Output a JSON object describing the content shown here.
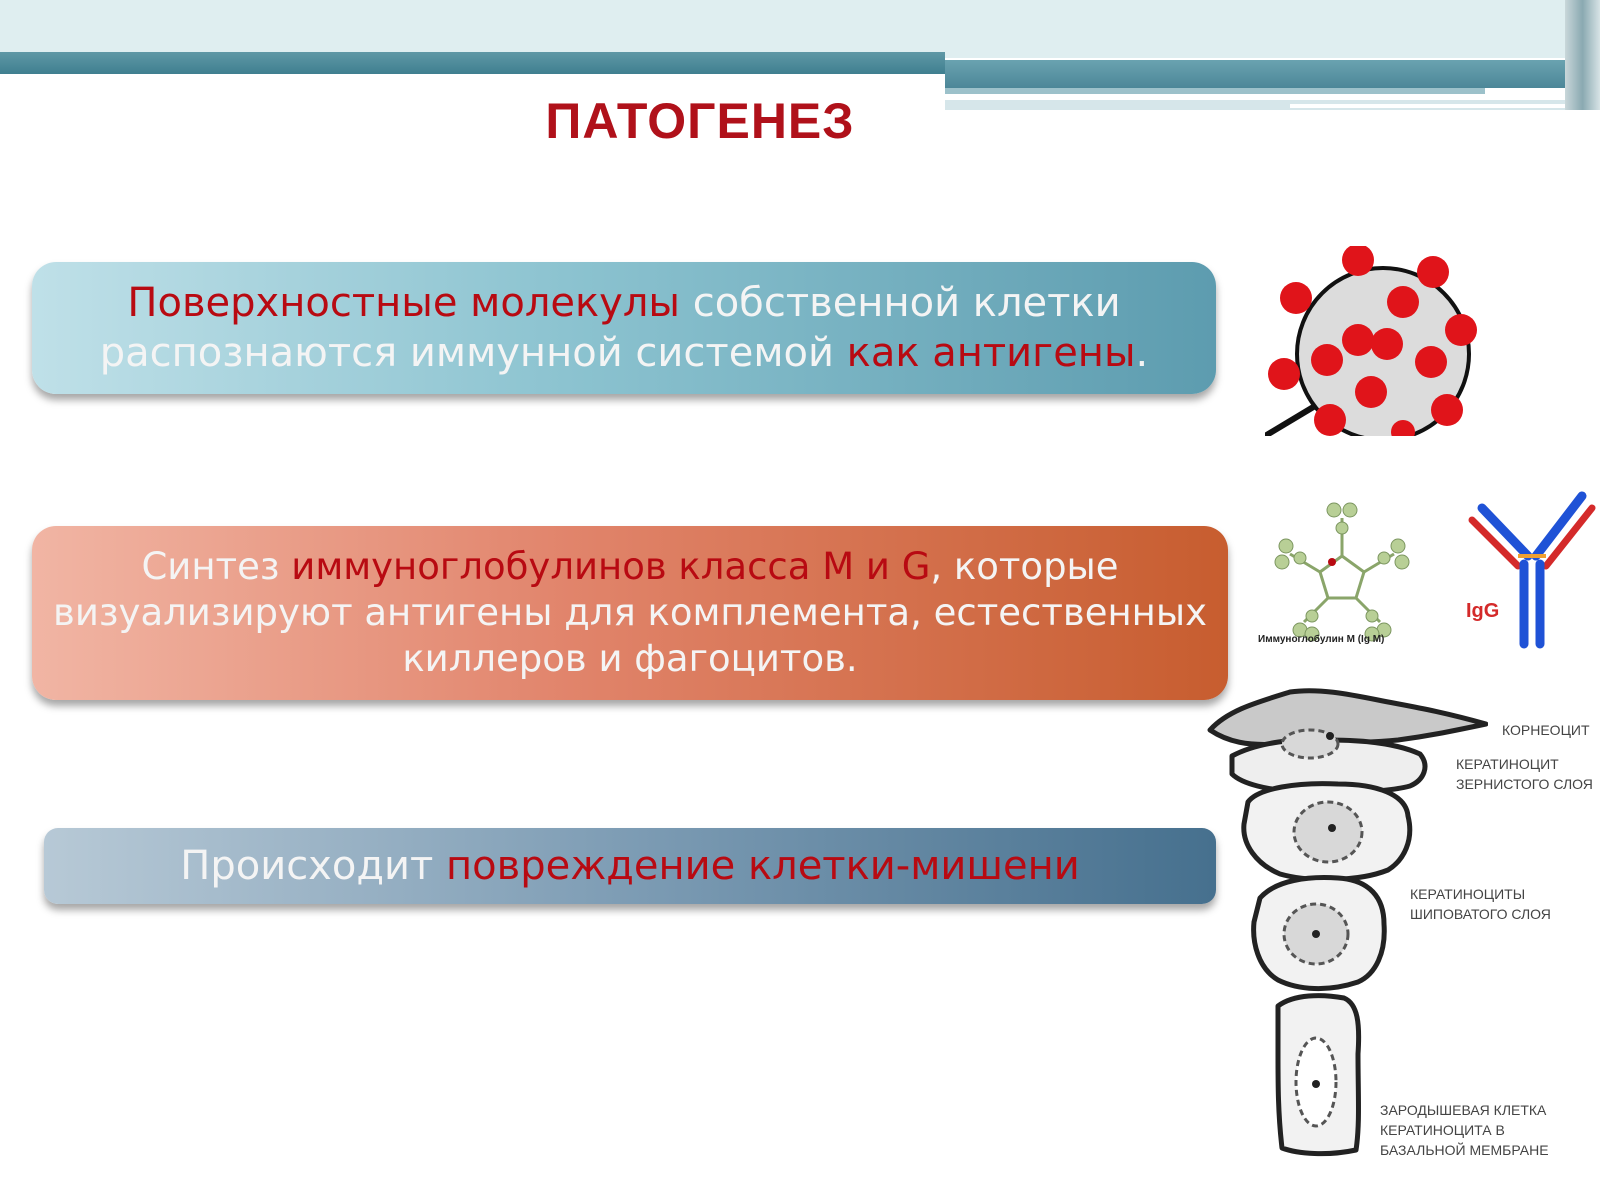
{
  "title": "ПАТОГЕНЕЗ",
  "box1": {
    "p1": "Поверхностные молекулы",
    "p2": " собственной клетки распознаются иммунной системой ",
    "p3": "как антигены",
    "p4": "."
  },
  "box2": {
    "p1": "Синтез ",
    "p2": "иммуноглобулинов класса М и G",
    "p3": ", которые визуализируют антигены для комплемента, естественных киллеров и фагоцитов."
  },
  "box3": {
    "p1": "Происходит ",
    "p2": "повреждение клетки-мишени"
  },
  "images": {
    "igm_caption": "Иммуноглобулин M (Ig M)",
    "igg_label": "IgG",
    "cell_labels": {
      "corneocyte": "КОРНЕОЦИТ",
      "granular_1": "КЕРАТИНОЦИТ",
      "granular_2": "ЗЕРНИСТОГО СЛОЯ",
      "spinous_1": "КЕРАТИНОЦИТЫ",
      "spinous_2": "ШИПОВАТОГО СЛОЯ",
      "basal_1": "ЗАРОДЫШЕВАЯ КЛЕТКА",
      "basal_2": "КЕРАТИНОЦИТА В",
      "basal_3": "БАЗАЛЬНОЙ МЕМБРАНЕ"
    }
  },
  "colors": {
    "accent_red": "#b80a12",
    "title_red": "#b0111a",
    "banner_teal": "#4c8798"
  }
}
